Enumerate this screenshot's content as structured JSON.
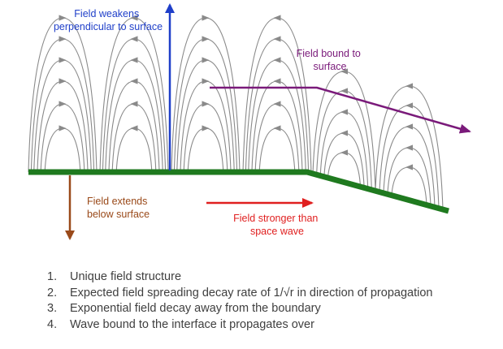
{
  "labels": {
    "field_weakens": [
      "Field weakens",
      "perpendicular to surface"
    ],
    "field_bound": [
      "Field bound to",
      "surface"
    ],
    "field_extends": [
      "Field extends",
      "below surface"
    ],
    "field_stronger": [
      "Field stronger than",
      "space wave"
    ]
  },
  "list": [
    {
      "num": "1.",
      "text": "Unique field structure"
    },
    {
      "num": "2.",
      "text": "Expected field spreading decay rate of 1/√r in direction of propagation"
    },
    {
      "num": "3.",
      "text": "Exponential field decay away from the boundary"
    },
    {
      "num": "4.",
      "text": "Wave bound to the interface it propagates over"
    }
  ],
  "colors": {
    "ground": "#1f7a1f",
    "field_lines": "#8a8a8a",
    "blue_arrow": "#1f3fc9",
    "purple_arrow": "#7a1a7a",
    "brown_arrow": "#9a4a1a",
    "red_arrow": "#e02020"
  }
}
